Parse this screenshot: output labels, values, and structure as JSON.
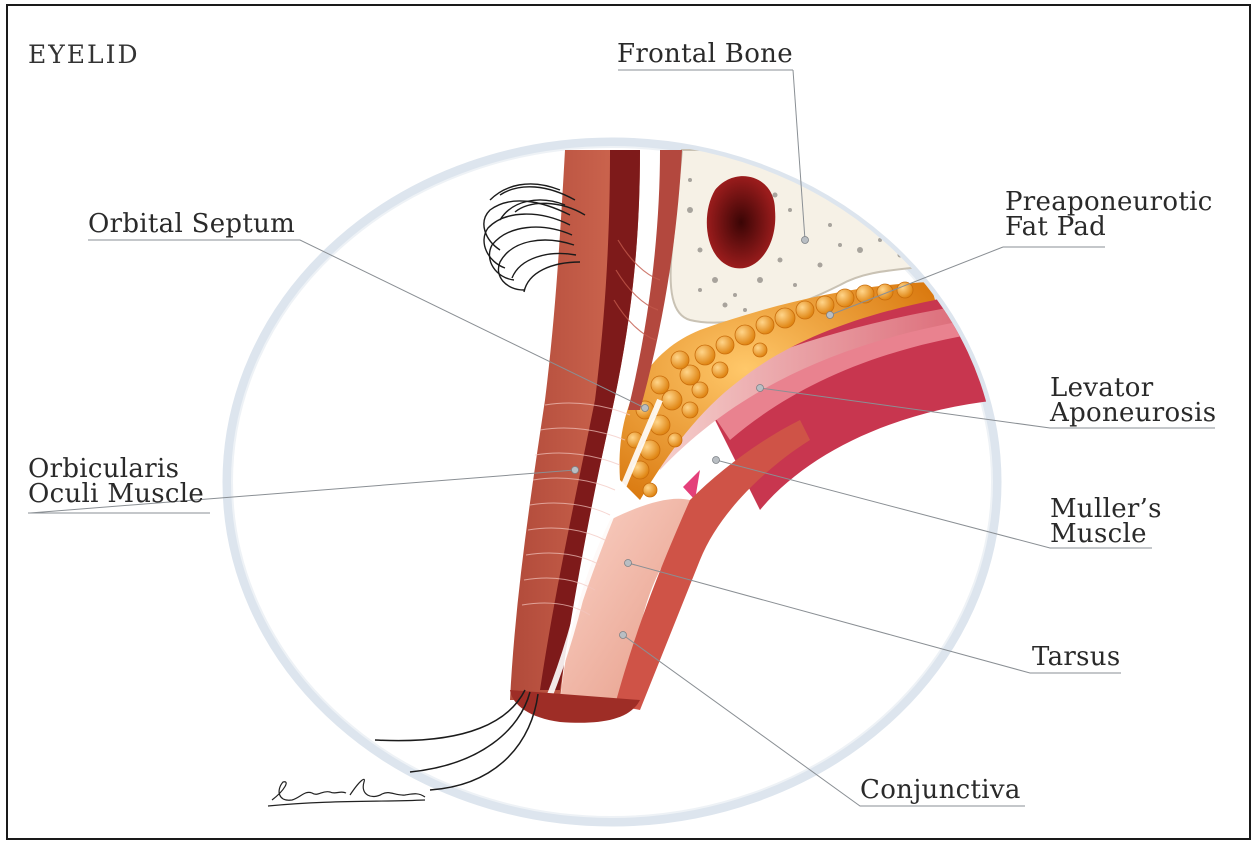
{
  "title": "EYELID",
  "labels": {
    "frontal_bone": "Frontal Bone",
    "orbital_septum": "Orbital Septum",
    "preaponeurotic_fat_pad": [
      "Preaponeurotic",
      "Fat Pad"
    ],
    "orbicularis_oculi_muscle": [
      "Orbicularis",
      "Oculi Muscle"
    ],
    "levator_aponeurosis": [
      "Levator",
      "Aponeurosis"
    ],
    "mullers_muscle": [
      "Muller’s",
      "Muscle"
    ],
    "tarsus": "Tarsus",
    "conjunctiva": "Conjunctiva"
  },
  "signature": "Jennifer Thomson",
  "colors": {
    "muscle_dark": "#8a1c1c",
    "muscle_mid": "#b5473a",
    "skin": "#c8644c",
    "fat": "#e8921f",
    "tarsus": "#f3b2a4",
    "conjunctiva": "#e77a86",
    "bone": "#f7f3ea",
    "ring": "#dfe6ee"
  }
}
